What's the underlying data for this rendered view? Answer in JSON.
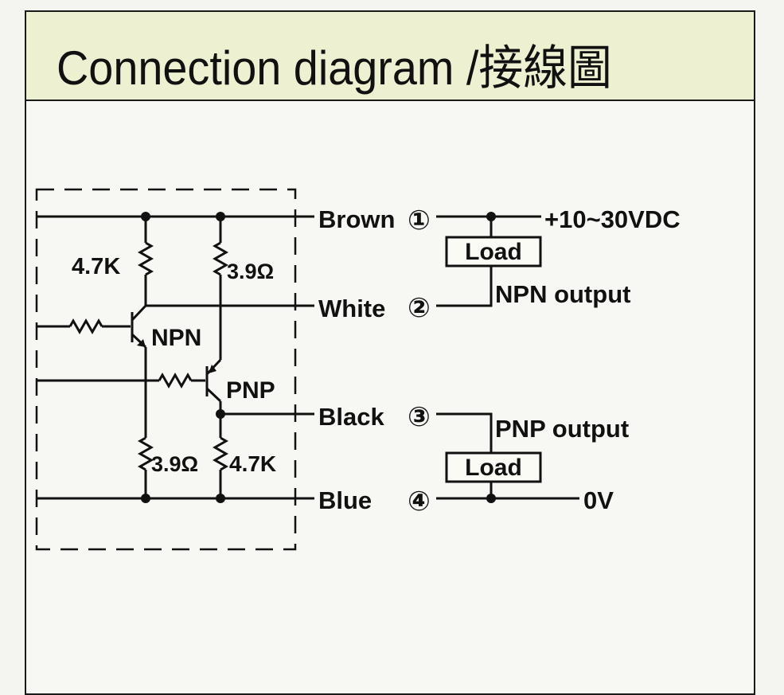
{
  "header": {
    "title": "Connection diagram  /接線圖"
  },
  "diagram": {
    "wires": [
      {
        "name": "Brown",
        "number": "①",
        "signal": "+10~30VDC"
      },
      {
        "name": "White",
        "number": "②",
        "signal": "NPN output"
      },
      {
        "name": "Black",
        "number": "③",
        "signal": "PNP output"
      },
      {
        "name": "Blue",
        "number": "④",
        "signal": "0V"
      }
    ],
    "load_label": "Load",
    "resistors": {
      "r_npn_top": "4.7K",
      "r_pnp_top": "3.9Ω",
      "r_npn_bottom": "3.9Ω",
      "r_pnp_bottom": "4.7K"
    },
    "transistors": {
      "npn": "NPN",
      "pnp": "PNP"
    }
  }
}
